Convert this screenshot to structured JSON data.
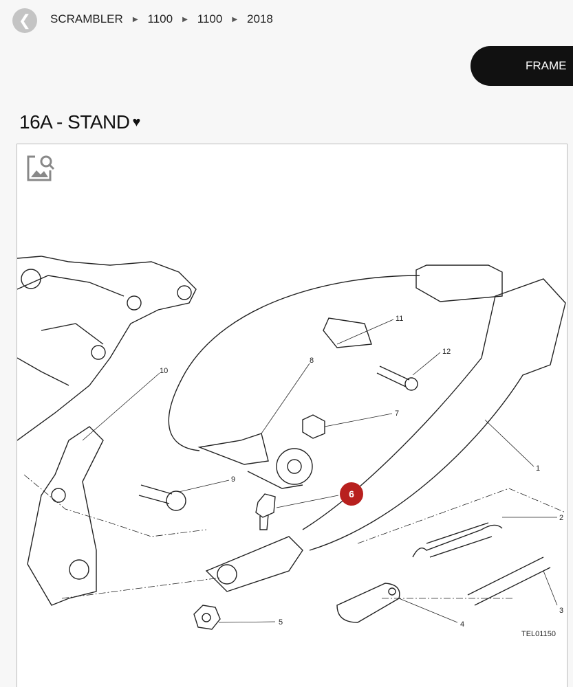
{
  "breadcrumb": [
    "SCRAMBLER",
    "1100",
    "1100",
    "2018"
  ],
  "category_button": "FRAME",
  "page_title": "16A - STAND",
  "diagram": {
    "callouts": [
      "1",
      "2",
      "3",
      "4",
      "5",
      "6",
      "7",
      "8",
      "9",
      "10",
      "11",
      "12"
    ],
    "highlighted_callout": "6",
    "highlight_color": "#b8201e",
    "drawing_code": "TEL01150"
  }
}
